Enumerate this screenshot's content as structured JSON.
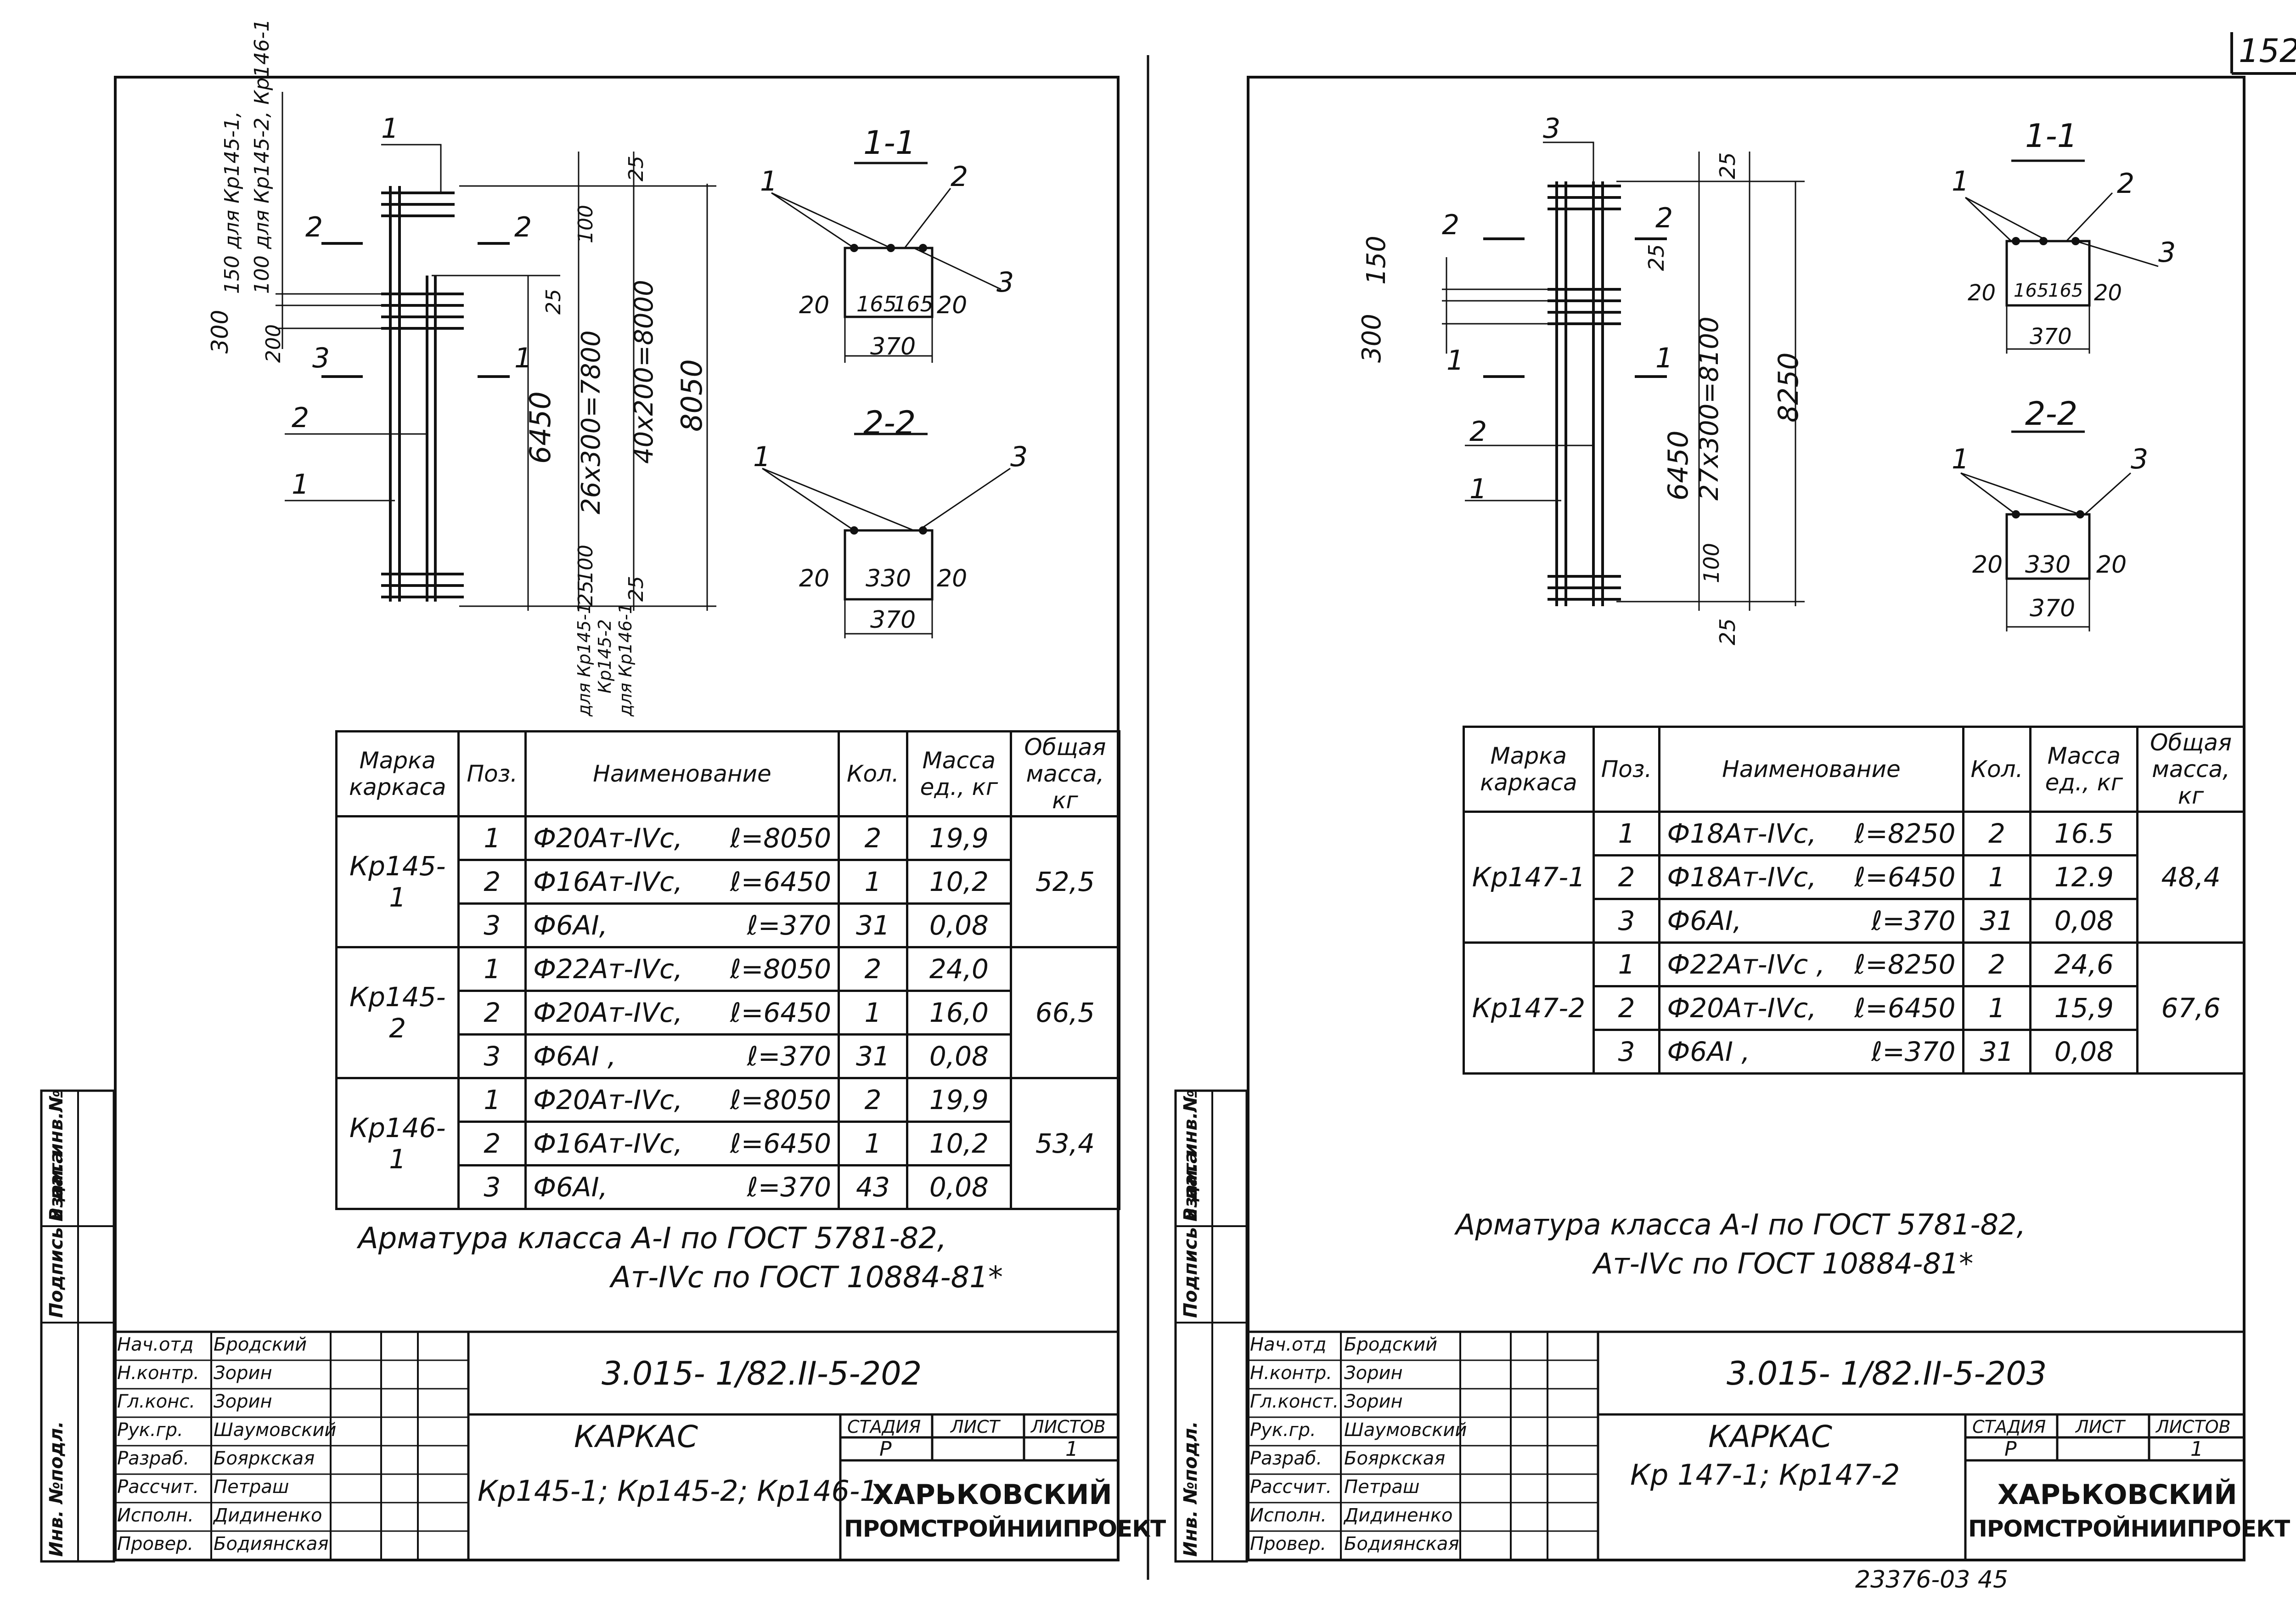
{
  "page_number": "152",
  "bottom_code": "23376-03  45",
  "sheets": [
    {
      "code": "3.015- 1/82.II-5-202",
      "title1": "КАРКАС",
      "title2": "Кр145-1; Кр145-2; Кр146-1",
      "stage_label": "СТАДИЯ",
      "sheet_label": "ЛИСТ",
      "sheets_label": "ЛИСТОВ",
      "stage": "Р",
      "sheet": "",
      "sheets_count": "1",
      "org1": "ХАРЬКОВСКИЙ",
      "org2": "ПРОМСТРОЙНИИПРОЕКТ",
      "note1": "Арматура класса А-I по ГОСТ 5781-82,",
      "note2": "Ат-IVс по ГОСТ 10884-81*",
      "signers": [
        {
          "role": "Нач.отд",
          "name": "Бродский"
        },
        {
          "role": "Н.контр.",
          "name": "Зорин"
        },
        {
          "role": "Гл.конс.",
          "name": "Зорин"
        },
        {
          "role": "Рук.гр.",
          "name": "Шаумовский"
        },
        {
          "role": "Разраб.",
          "name": "Бояркская"
        },
        {
          "role": "Рассчит.",
          "name": "Петраш"
        },
        {
          "role": "Исполн.",
          "name": "Дидиненко"
        },
        {
          "role": "Провер.",
          "name": "Бодиянская"
        }
      ],
      "side_labels": [
        "Инв. №подл.",
        "Подпись и дата",
        "Взам. инв.№"
      ],
      "drawing": {
        "dims_left": [
          "300",
          "150 для Кр145-1,",
          "100 для Кр145-2, Кр146-1",
          "200"
        ],
        "dims_mid": [
          "6450",
          "25",
          "100",
          "26x300=7800",
          "100",
          "25"
        ],
        "dims_right": [
          "25",
          "40x200=8000",
          "25",
          "8050"
        ],
        "bottom_notes": [
          "для Кр145-1",
          "Кр145-2",
          "для Кр146-1"
        ],
        "markers": [
          "1",
          "2",
          "3",
          "2",
          "1",
          "2",
          "1"
        ],
        "section1": {
          "title": "1-1",
          "labels": [
            "1",
            "2",
            "3"
          ],
          "dims": [
            "20",
            "165",
            "165",
            "20",
            "370"
          ]
        },
        "section2": {
          "title": "2-2",
          "labels": [
            "1",
            "3"
          ],
          "dims": [
            "20",
            "330",
            "20",
            "370"
          ]
        }
      },
      "table": {
        "headers": [
          "Марка каркаса",
          "Поз.",
          "Наименование",
          "Кол.",
          "Масса ед., кг",
          "Общая масса, кг"
        ],
        "groups": [
          {
            "mark": "Кр145-1",
            "total": "52,5",
            "rows": [
              {
                "pos": "1",
                "name": "Ф20Ат-IVс,",
                "len": "ℓ=8050",
                "qty": "2",
                "mass": "19,9"
              },
              {
                "pos": "2",
                "name": "Ф16Ат-IVс,",
                "len": "ℓ=6450",
                "qty": "1",
                "mass": "10,2"
              },
              {
                "pos": "3",
                "name": "Ф6АI,",
                "len": "ℓ=370",
                "qty": "31",
                "mass": "0,08"
              }
            ]
          },
          {
            "mark": "Кр145-2",
            "total": "66,5",
            "rows": [
              {
                "pos": "1",
                "name": "Ф22Ат-IVс,",
                "len": "ℓ=8050",
                "qty": "2",
                "mass": "24,0"
              },
              {
                "pos": "2",
                "name": "Ф20Ат-IVс,",
                "len": "ℓ=6450",
                "qty": "1",
                "mass": "16,0"
              },
              {
                "pos": "3",
                "name": "Ф6АI ,",
                "len": "ℓ=370",
                "qty": "31",
                "mass": "0,08"
              }
            ]
          },
          {
            "mark": "Кр146-1",
            "total": "53,4",
            "rows": [
              {
                "pos": "1",
                "name": "Ф20Ат-IVс,",
                "len": "ℓ=8050",
                "qty": "2",
                "mass": "19,9"
              },
              {
                "pos": "2",
                "name": "Ф16Ат-IVс,",
                "len": "ℓ=6450",
                "qty": "1",
                "mass": "10,2"
              },
              {
                "pos": "3",
                "name": "Ф6АI,",
                "len": "ℓ=370",
                "qty": "43",
                "mass": "0,08"
              }
            ]
          }
        ]
      }
    },
    {
      "code": "3.015- 1/82.II-5-203",
      "title1": "КАРКАС",
      "title2": "Кр 147-1; Кр147-2",
      "stage_label": "СТАДИЯ",
      "sheet_label": "ЛИСТ",
      "sheets_label": "ЛИСТОВ",
      "stage": "Р",
      "sheet": "",
      "sheets_count": "1",
      "org1": "ХАРЬКОВСКИЙ",
      "org2": "ПРОМСТРОЙНИИПРОЕКТ",
      "note1": "Арматура класса А-I по ГОСТ 5781-82,",
      "note2": "Ат-IVс по ГОСТ 10884-81*",
      "signers": [
        {
          "role": "Нач.отд",
          "name": "Бродский"
        },
        {
          "role": "Н.контр.",
          "name": "Зорин"
        },
        {
          "role": "Гл.конст.",
          "name": "Зорин"
        },
        {
          "role": "Рук.гр.",
          "name": "Шаумовский"
        },
        {
          "role": "Разраб.",
          "name": "Бояркская"
        },
        {
          "role": "Рассчит.",
          "name": "Петраш"
        },
        {
          "role": "Исполн.",
          "name": "Дидиненко"
        },
        {
          "role": "Провер.",
          "name": "Бодиянская"
        }
      ],
      "side_labels": [
        "Инв. №подл.",
        "Подпись и дата",
        "Взам. инв.№"
      ],
      "drawing": {
        "dims_left": [
          "300",
          "150"
        ],
        "dims_mid": [
          "25",
          "6450",
          "100",
          "27x300=8100",
          "8250",
          "25",
          "25"
        ],
        "markers": [
          "3",
          "2",
          "1",
          "2",
          "1",
          "2",
          "1"
        ],
        "section1": {
          "title": "1-1",
          "labels": [
            "1",
            "2",
            "3"
          ],
          "dims": [
            "20",
            "165",
            "165",
            "20",
            "370"
          ]
        },
        "section2": {
          "title": "2-2",
          "labels": [
            "1",
            "3"
          ],
          "dims": [
            "20",
            "330",
            "20",
            "370"
          ]
        }
      },
      "table": {
        "headers": [
          "Марка каркаса",
          "Поз.",
          "Наименование",
          "Кол.",
          "Масса ед., кг",
          "Общая масса, кг"
        ],
        "groups": [
          {
            "mark": "Кр147-1",
            "total": "48,4",
            "rows": [
              {
                "pos": "1",
                "name": "Ф18Ат-IVс,",
                "len": "ℓ=8250",
                "qty": "2",
                "mass": "16.5"
              },
              {
                "pos": "2",
                "name": "Ф18Ат-IVс,",
                "len": "ℓ=6450",
                "qty": "1",
                "mass": "12.9"
              },
              {
                "pos": "3",
                "name": "Ф6АI,",
                "len": "ℓ=370",
                "qty": "31",
                "mass": "0,08"
              }
            ]
          },
          {
            "mark": "Кр147-2",
            "total": "67,6",
            "rows": [
              {
                "pos": "1",
                "name": "Ф22Ат-IVс ,",
                "len": "ℓ=8250",
                "qty": "2",
                "mass": "24,6"
              },
              {
                "pos": "2",
                "name": "Ф20Ат-IVс,",
                "len": "ℓ=6450",
                "qty": "1",
                "mass": "15,9"
              },
              {
                "pos": "3",
                "name": "Ф6АI ,",
                "len": "ℓ=370",
                "qty": "31",
                "mass": "0,08"
              }
            ]
          }
        ]
      }
    }
  ]
}
